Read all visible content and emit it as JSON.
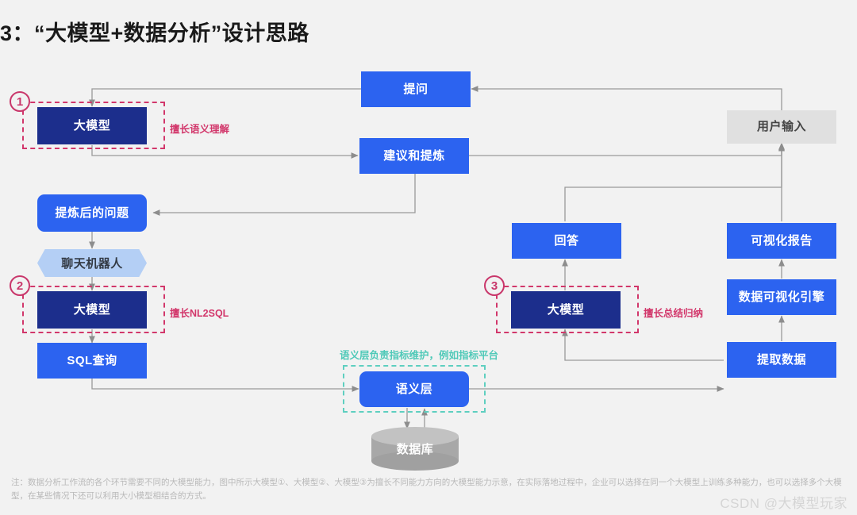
{
  "header": {
    "title": "3：“大模型+数据分析”设计思路"
  },
  "colors": {
    "background": "#f2f2f2",
    "blue": "#2c63f0",
    "navy": "#1c2e8c",
    "gray": "#e0e0e0",
    "hex": "#b4cff5",
    "pink": "#d2376b",
    "teal": "#4fc9b8",
    "wire": "#9a9a9a"
  },
  "nodes": {
    "llm1": "大模型",
    "refined_question": "提炼后的问题",
    "chatbot": "聊天机器人",
    "llm2": "大模型",
    "sql_query": "SQL查询",
    "ask": "提问",
    "suggest_refine": "建议和提炼",
    "semantic_layer": "语义层",
    "database": "数据库",
    "answer": "回答",
    "llm3": "大模型",
    "user_input": "用户输入",
    "viz_report": "可视化报告",
    "viz_engine": "数据可视化引擎",
    "extract_data": "提取数据"
  },
  "markers": {
    "one": "①",
    "two": "②",
    "three": "③"
  },
  "marker_digits": {
    "one": "1",
    "two": "2",
    "three": "3"
  },
  "captions": {
    "semantic_understanding": "擅长语义理解",
    "nl2sql": "擅长NL2SQL",
    "summarize": "擅长总结归纳",
    "semantic_layer_note": "语义层负责指标维护，例如指标平台"
  },
  "footer": {
    "note": "注：数据分析工作流的各个环节需要不同的大模型能力，图中所示大模型①、大模型②、大模型③为擅长不同能力方向的大模型能力示意，在实际落地过程中，企业可以选择在同一个大模型上训练多种能力，也可以选择多个大模型，在某些情况下还可以利用大小模型相结合的方式。",
    "watermark": "CSDN @大模型玩家"
  }
}
